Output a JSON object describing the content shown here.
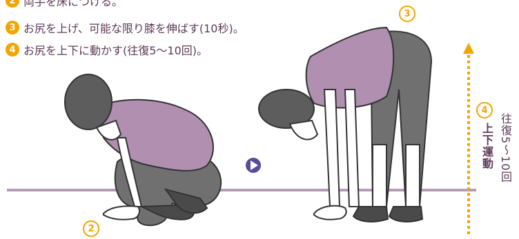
{
  "steps": [
    {
      "num": "2",
      "text": "両手を床につける。"
    },
    {
      "num": "3",
      "text": "お尻を上げ、可能な限り膝を伸ばす(10秒)。"
    },
    {
      "num": "4",
      "text": "お尻を上下に動かす(往復5〜10回)。"
    }
  ],
  "labels": {
    "fig_left_num": "2",
    "fig_right_num": "3",
    "side_num": "4",
    "side_title": "上下運動",
    "side_detail": "往復5〜10回"
  },
  "colors": {
    "accent": "#f0a500",
    "shirt": "#b08fb0",
    "hair": "#5d5d5d",
    "pants": "#707070",
    "skin": "#ffffff",
    "floor": "#b89ab8",
    "text": "#5c3a57",
    "play": "#5a4c96"
  }
}
